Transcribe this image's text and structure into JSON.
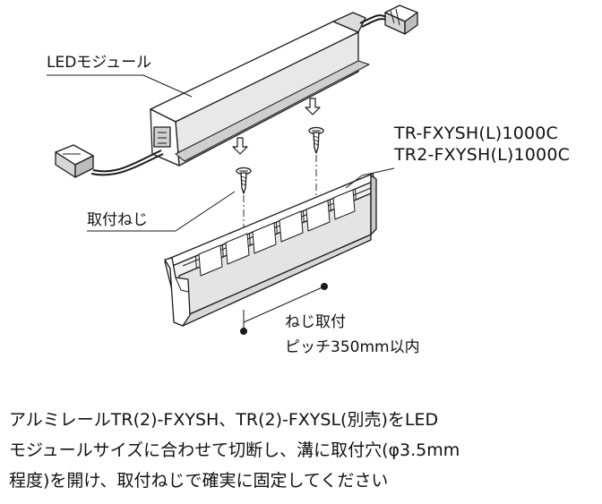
{
  "labels": {
    "led_module": "LEDモジュール",
    "model_1": "TR-FXYSH(L)1000C",
    "model_2": "TR2-FXYSH(L)1000C",
    "screw": "取付ねじ",
    "pitch_1": "ねじ取付",
    "pitch_2": "ピッチ350mm以内"
  },
  "description": {
    "line_1": "アルミレールTR(2)-FXYSH、TR(2)-FXYSL(別売)をLED",
    "line_2": "モジュールサイズに合わせて切断し、溝に取付穴(φ3.5mm",
    "line_3": "程度)を開け、取付ねじで確実に固定してください"
  },
  "colors": {
    "line": "#1a1a1a",
    "shade_light": "#eeeeee",
    "shade_mid": "#d6d6d6",
    "shade_dark": "#bdbdbd",
    "connector": "#cfcfcf"
  }
}
